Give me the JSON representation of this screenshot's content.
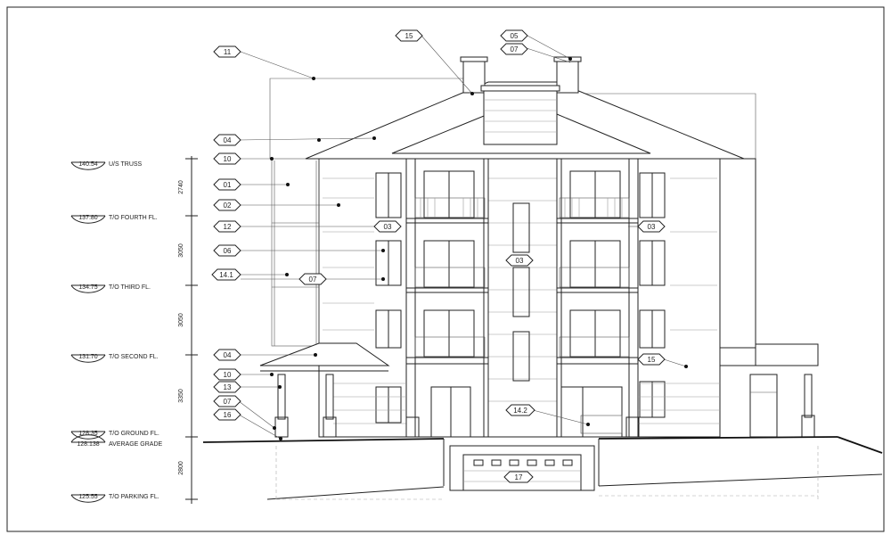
{
  "levels": [
    {
      "value": "140.54",
      "label": "U/S TRUSS"
    },
    {
      "value": "137.80",
      "label": "T/O FOURTH FL."
    },
    {
      "value": "134.75",
      "label": "T/O THIRD FL."
    },
    {
      "value": "131.70",
      "label": "T/O SECOND FL."
    },
    {
      "value": "128.35",
      "label": "T/O GROUND FL."
    },
    {
      "value": "128.138",
      "label": "AVERAGE GRADE"
    },
    {
      "value": "125.55",
      "label": "T/O PARKING FL."
    }
  ],
  "dimensions": [
    "2740",
    "3050",
    "3050",
    "3350",
    "2800"
  ],
  "tags": {
    "t11": "11",
    "t04a": "04",
    "t10a": "10",
    "t01": "01",
    "t02": "02",
    "t12": "12",
    "t03a": "03",
    "t06": "06",
    "t141": "14.1",
    "t07a": "07",
    "t04b": "04",
    "t10b": "10",
    "t13": "13",
    "t07b": "07",
    "t16": "16",
    "t15a": "15",
    "t05": "05",
    "t07c": "07",
    "t03b": "03",
    "t03c": "03",
    "t15b": "15",
    "t142": "14.2",
    "t17": "17"
  }
}
